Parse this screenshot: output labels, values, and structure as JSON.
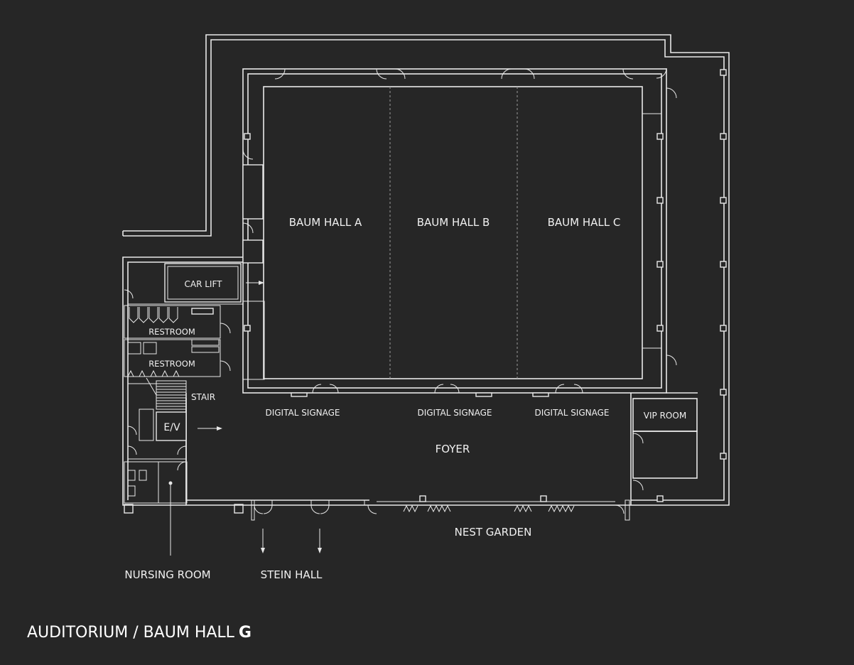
{
  "rooms": {
    "hall_a": "BAUM HALL A",
    "hall_b": "BAUM HALL B",
    "hall_c": "BAUM HALL C",
    "car_lift": "CAR LIFT",
    "restroom_1": "RESTROOM",
    "restroom_2": "RESTROOM",
    "stair": "STAIR",
    "ev": "E/V",
    "vip_room": "VIP ROOM",
    "foyer": "FOYER",
    "nest_garden": "NEST GARDEN",
    "nursing_room": "NURSING ROOM",
    "stein_hall": "STEIN HALL"
  },
  "signage": [
    "DIGITAL SIGNAGE",
    "DIGITAL SIGNAGE",
    "DIGITAL SIGNAGE"
  ],
  "title": {
    "main": "AUDITORIUM / BAUM HALL",
    "floor": "G"
  },
  "colors": {
    "background": "#262626",
    "lines": "#e8e8e8",
    "text": "#f0f0f0"
  }
}
